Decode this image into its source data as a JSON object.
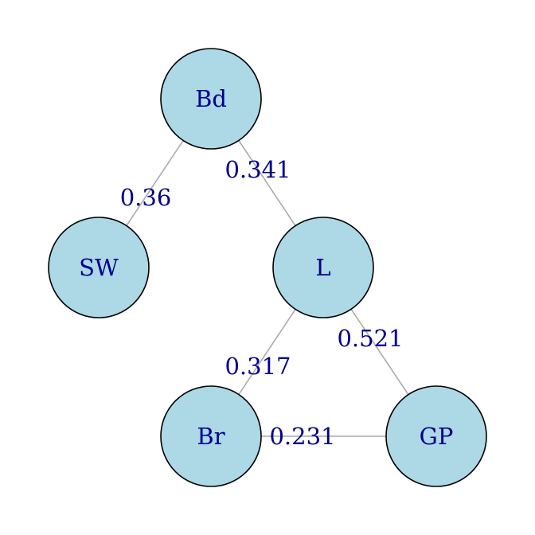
{
  "graph": {
    "type": "network",
    "colors": {
      "node_fill": "#add8e6",
      "node_stroke": "#000000",
      "edge": "#aaaaaa",
      "label": "#00008b"
    },
    "nodes": [
      {
        "id": "Bd",
        "label": "Bd"
      },
      {
        "id": "SW",
        "label": "SW"
      },
      {
        "id": "L",
        "label": "L"
      },
      {
        "id": "Br",
        "label": "Br"
      },
      {
        "id": "GP",
        "label": "GP"
      }
    ],
    "edges": [
      {
        "source": "Bd",
        "target": "SW",
        "weight": "0.36"
      },
      {
        "source": "Bd",
        "target": "L",
        "weight": "0.341"
      },
      {
        "source": "L",
        "target": "Br",
        "weight": "0.317"
      },
      {
        "source": "L",
        "target": "GP",
        "weight": "0.521"
      },
      {
        "source": "Br",
        "target": "GP",
        "weight": "0.231"
      }
    ]
  }
}
